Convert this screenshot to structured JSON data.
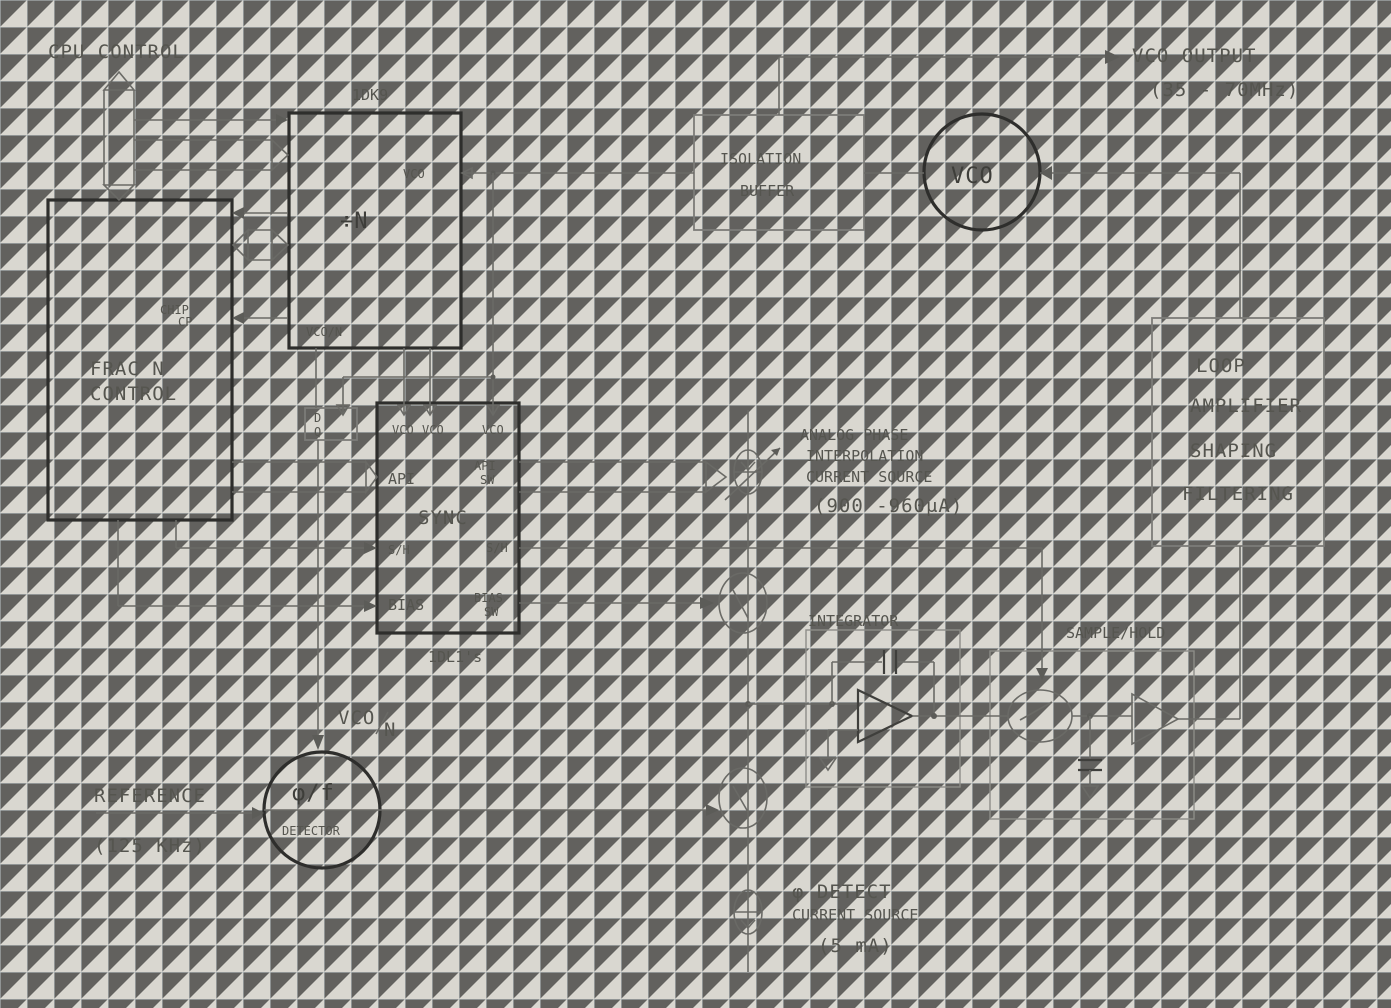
{
  "labels": {
    "cpu_control": "CPU CONTROL",
    "chip_1dk9": "1DK9",
    "vco_pin": "VCO",
    "divide_n": "÷N",
    "vco_over_n_pin": "VCO/N",
    "chip_cp": "CHIP",
    "chip_cp2": "CP",
    "frac_n_1": "FRAC N",
    "frac_n_2": "CONTROL",
    "dff_d": "D",
    "dff_q": "Q",
    "isolation_1": "ISOLATION",
    "isolation_2": "BUFFER",
    "vco_output_1": "VCO OUTPUT",
    "vco_output_2": "(35 - 70MHz)",
    "vco": "VCO",
    "loop_1": "LOOP",
    "loop_2": "AMPLIFIER",
    "loop_3": "SHAPING",
    "loop_4": "FILTERING",
    "sync_vco_a": "VCO",
    "sync_vco_b": "VCO",
    "sync_vco_c": "VCO",
    "sync_api": "API",
    "sync_api_sw_1": "API",
    "sync_api_sw_2": "SW",
    "sync": "SYNC",
    "sync_sh_in": "S/H",
    "sync_sh_out": "S/H",
    "sync_bias": "BIAS",
    "sync_bias_sw_1": "BIAS",
    "sync_bias_sw_2": "SW",
    "chip_1dl1": "1DL1's",
    "analog_1": "ANALOG PHASE",
    "analog_2": "INTERPOLATION",
    "analog_3": "CURRENT SOURCE",
    "analog_4": "(900 -960μA)",
    "integrator": "INTEGRATOR",
    "sample_hold": "SAMPLE/HOLD",
    "vco_n_1": "VCO",
    "vco_n_2": "N",
    "reference_1": "REFERENCE",
    "reference_2": "(125 KHz)",
    "phi_f": "φ/f",
    "detector": "DETECTOR",
    "phi_detect_1": "φ DETECT",
    "phi_detect_2": "CURRENT SOURCE",
    "phi_detect_3": "(5 mA)"
  }
}
